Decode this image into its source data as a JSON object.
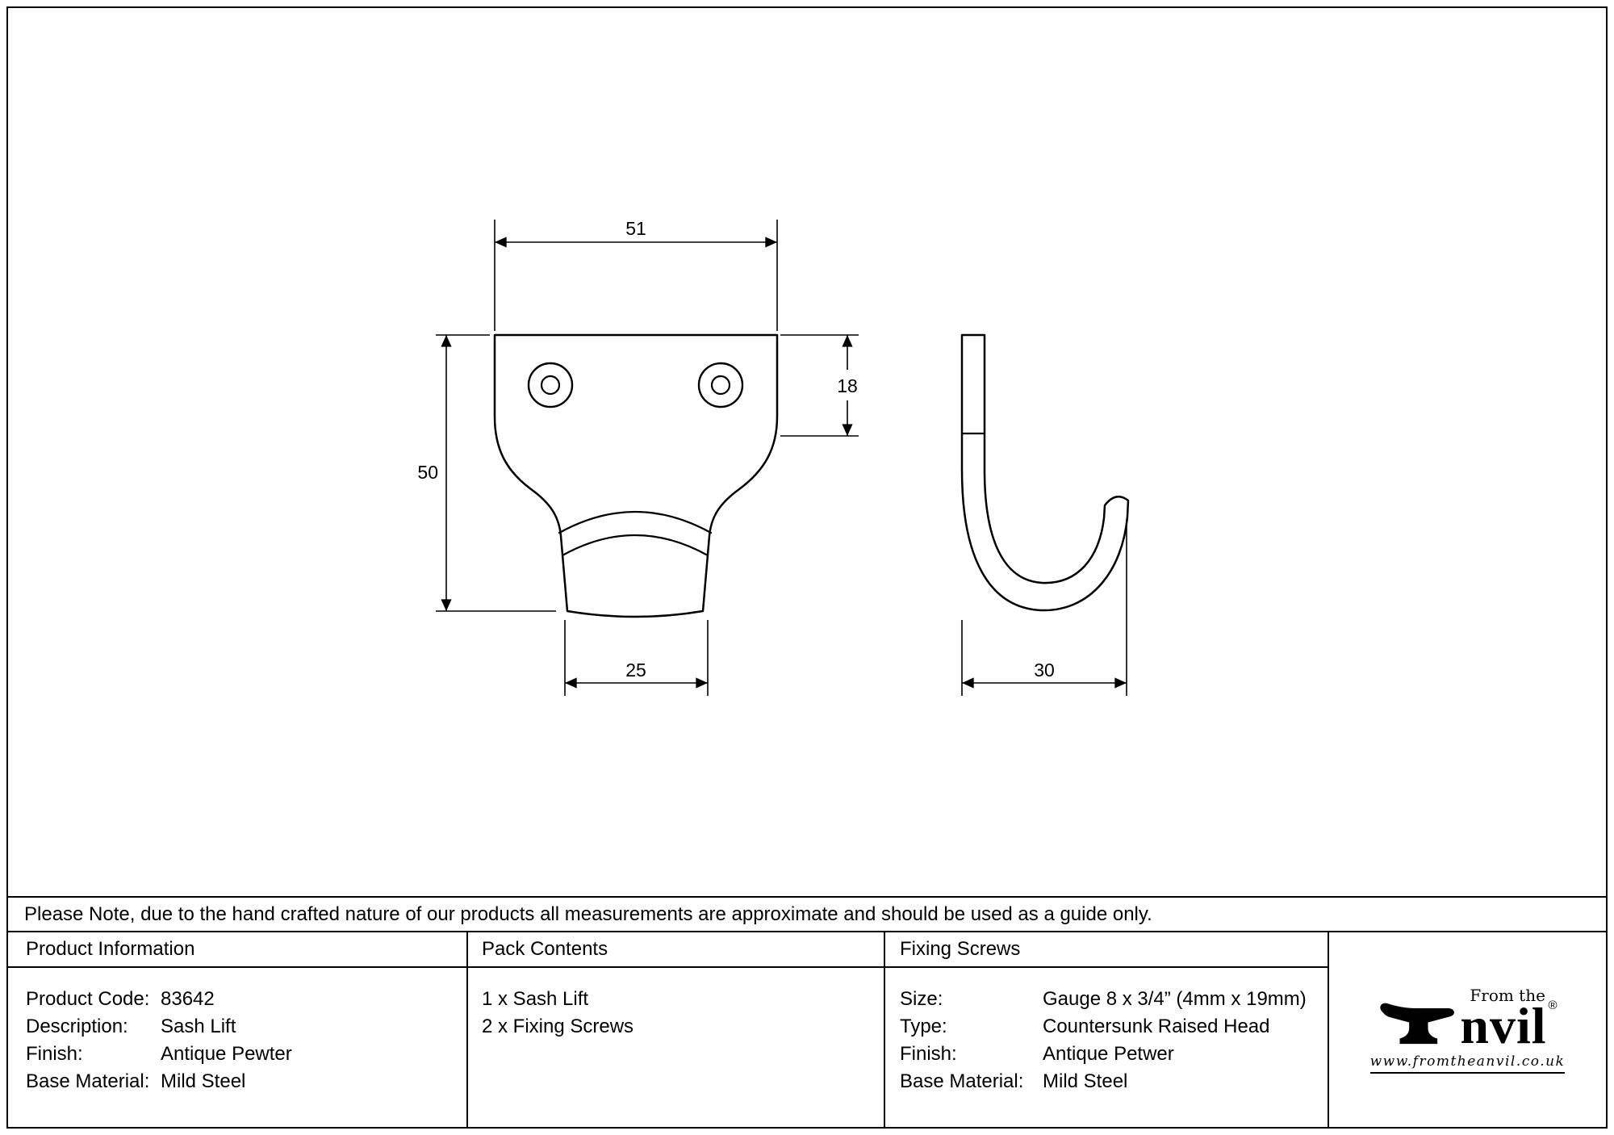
{
  "drawing": {
    "front_view": {
      "dim_width": "51",
      "dim_plate_height": "18",
      "dim_total_height": "50",
      "dim_neck_width": "25"
    },
    "side_view": {
      "dim_depth": "30"
    }
  },
  "note": "Please Note, due to the hand crafted nature of our products all measurements are approximate and should be used as a guide only.",
  "table": {
    "product_information": {
      "header": "Product Information",
      "rows": [
        {
          "label": "Product Code:",
          "value": "83642"
        },
        {
          "label": "Description:",
          "value": "Sash Lift"
        },
        {
          "label": "Finish:",
          "value": "Antique Pewter"
        },
        {
          "label": "Base Material:",
          "value": "Mild Steel"
        }
      ]
    },
    "pack_contents": {
      "header": "Pack Contents",
      "items": [
        "1 x Sash Lift",
        "2 x Fixing Screws"
      ]
    },
    "fixing_screws": {
      "header": "Fixing Screws",
      "rows": [
        {
          "label": "Size:",
          "value": "Gauge 8 x 3/4” (4mm x 19mm)"
        },
        {
          "label": "Type:",
          "value": "Countersunk Raised Head"
        },
        {
          "label": "Finish:",
          "value": "Antique Petwer"
        },
        {
          "label": "Base Material:",
          "value": "Mild Steel"
        }
      ]
    }
  },
  "logo": {
    "tagline": "From the",
    "brand": "nvil",
    "registered": "®",
    "url": "www.fromtheanvil.co.uk"
  },
  "colors": {
    "line": "#000000",
    "background": "#ffffff"
  }
}
